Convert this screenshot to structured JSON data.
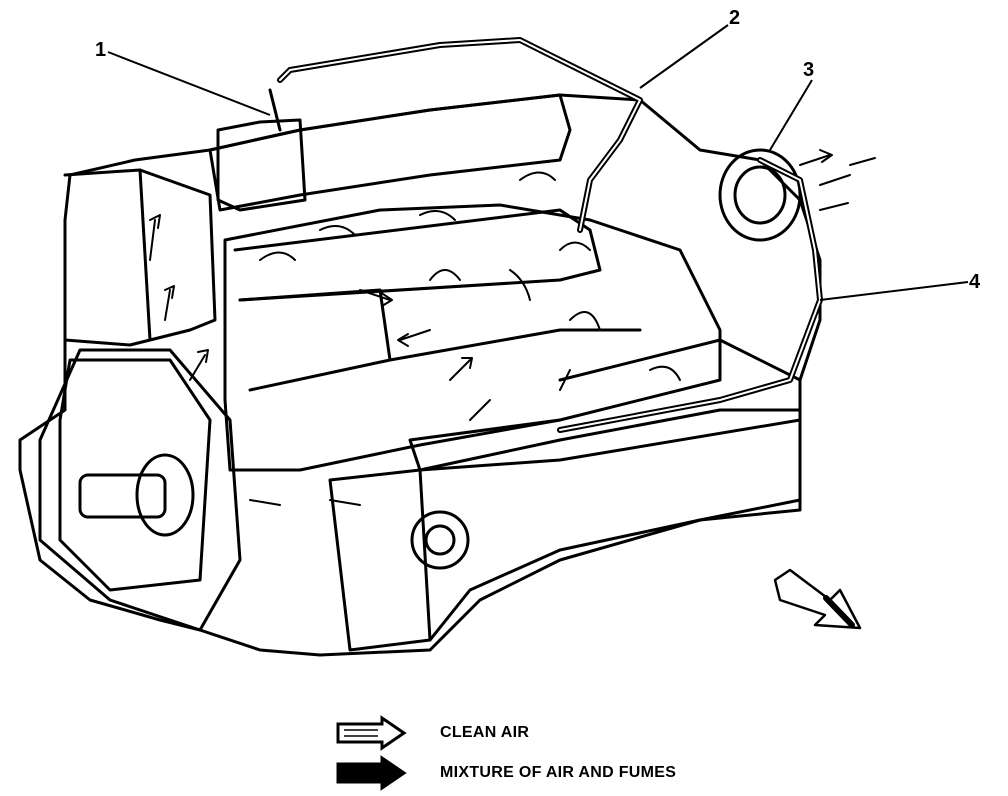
{
  "callouts": [
    {
      "label": "1"
    },
    {
      "label": "2"
    },
    {
      "label": "3"
    },
    {
      "label": "4"
    }
  ],
  "legend": {
    "clean_air": "CLEAN AIR",
    "mixture": "MIXTURE OF AIR AND FUMES"
  },
  "colors": {
    "ink": "#000000",
    "paper": "#ffffff"
  }
}
